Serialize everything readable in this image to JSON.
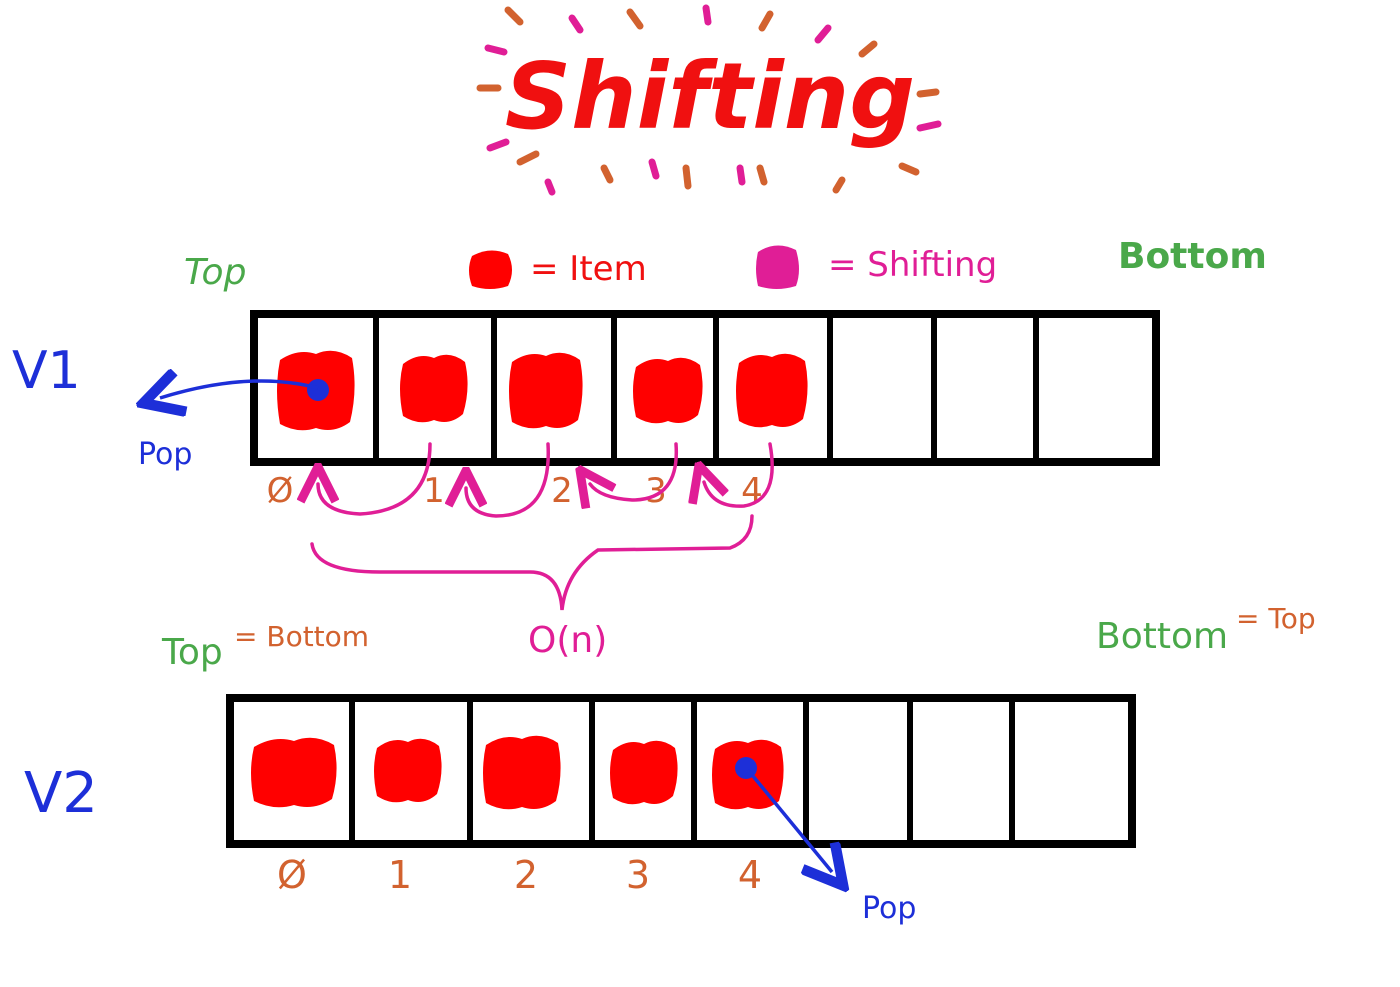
{
  "title": "Shifting",
  "legend": {
    "item_label": "= Item",
    "shift_label": "= Shifting"
  },
  "v1": {
    "label": "V1",
    "top_label": "Top",
    "bottom_label": "Bottom",
    "pop_label": "Pop",
    "indices": [
      "Ø",
      "1",
      "2",
      "3",
      "4"
    ],
    "cells_total": 8,
    "filled": 5,
    "complexity": "O(n)"
  },
  "v2": {
    "label": "V2",
    "top_label": "Top",
    "top_eq": "= Bottom",
    "bottom_label": "Bottom",
    "bottom_eq": "= Top",
    "pop_label": "Pop",
    "indices": [
      "Ø",
      "1",
      "2",
      "3",
      "4"
    ],
    "cells_total": 8,
    "filled": 5
  },
  "colors": {
    "item": "#ff0000",
    "shifting": "#e01e96",
    "pop": "#1d2fd8",
    "green": "#4aa84a",
    "index": "#d2622f",
    "box": "#000000"
  }
}
